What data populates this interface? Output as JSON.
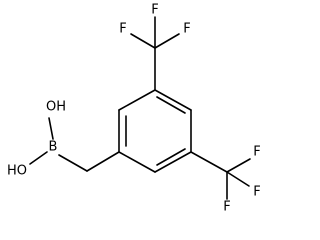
{
  "structure": {
    "atom_labels": {
      "boron": "B",
      "hydroxyl_top": "OH",
      "hydroxyl_bottom": "HO",
      "cf3_top": [
        "F",
        "F",
        "F"
      ],
      "cf3_bottom": [
        "F",
        "F",
        "F"
      ]
    },
    "colors": {
      "bond": "#000000",
      "label": "#000000",
      "background": "#ffffff"
    }
  }
}
